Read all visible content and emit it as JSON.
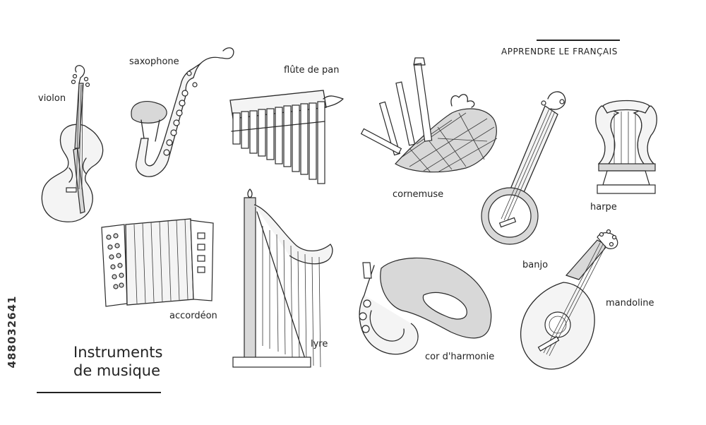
{
  "header": {
    "text": "APPRENDRE LE FRANÇAIS"
  },
  "title": {
    "line1": "Instruments",
    "line2": "de musique"
  },
  "stock_id": "488032641",
  "instruments": {
    "violon": {
      "label": "violon",
      "icon": "violin-icon"
    },
    "saxophone": {
      "label": "saxophone",
      "icon": "saxophone-icon"
    },
    "flute_de_pan": {
      "label": "flûte de pan",
      "icon": "pan-flute-icon"
    },
    "cornemuse": {
      "label": "cornemuse",
      "icon": "bagpipe-icon"
    },
    "banjo": {
      "label": "banjo",
      "icon": "banjo-icon"
    },
    "harpe": {
      "label": "harpe",
      "icon": "lyre-icon"
    },
    "accordeon": {
      "label": "accordéon",
      "icon": "accordion-icon"
    },
    "lyre": {
      "label": "lyre",
      "icon": "harp-icon"
    },
    "cor": {
      "label": "cor d'harmonie",
      "icon": "french-horn-icon"
    },
    "mandoline": {
      "label": "mandoline",
      "icon": "mandolin-icon"
    }
  },
  "colors": {
    "ink": "#222222",
    "background": "#ffffff",
    "shade": "#d8d8d8"
  }
}
